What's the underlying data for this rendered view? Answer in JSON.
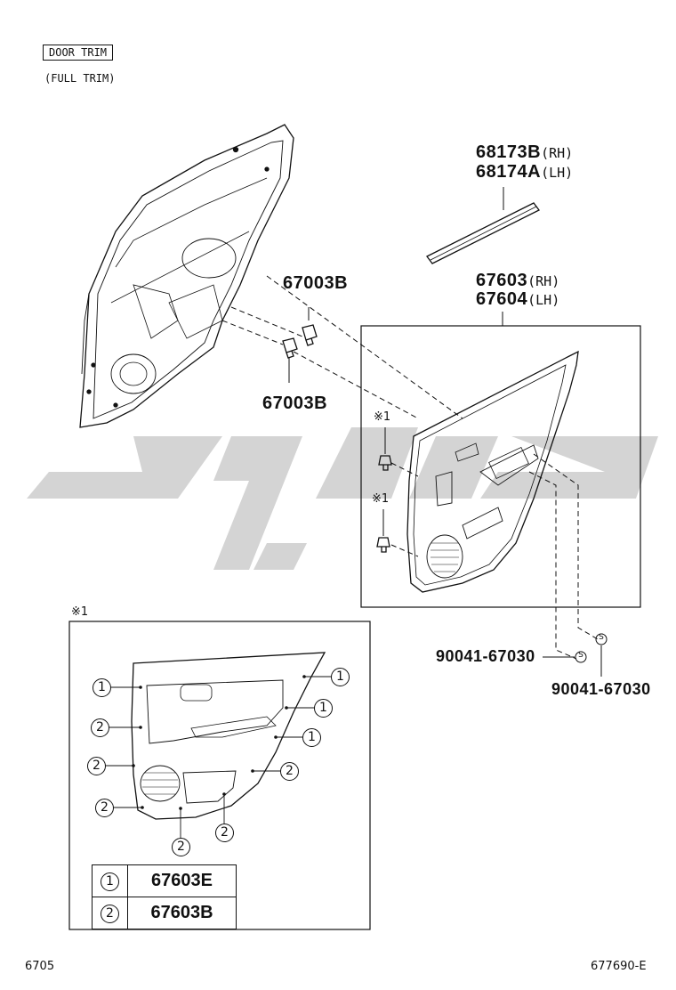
{
  "header": {
    "section_box": "DOOR TRIM",
    "section_sub": "(FULL TRIM)"
  },
  "parts": {
    "weatherstrip_rh": "68173B",
    "weatherstrip_rh_side": "(RH)",
    "weatherstrip_lh": "68174A",
    "weatherstrip_lh_side": "(LH)",
    "clip_top": "67003B",
    "clip_bottom": "67003B",
    "panel_rh": "67603",
    "panel_rh_side": "(RH)",
    "panel_lh": "67604",
    "panel_lh_side": "(LH)",
    "screw_left": "90041-67030",
    "screw_right": "90041-67030",
    "screw_symbol": "S",
    "note_mark_1": "※1",
    "note_mark_2": "※1",
    "detail_mark": "※1"
  },
  "detail": {
    "callouts": [
      "1",
      "1",
      "1",
      "1",
      "2",
      "2",
      "2",
      "2",
      "2",
      "2",
      "2"
    ],
    "legend": [
      {
        "key": "1",
        "part": "67603E"
      },
      {
        "key": "2",
        "part": "67603B"
      }
    ]
  },
  "footer": {
    "page_left": "6705",
    "page_right": "677690-E"
  },
  "colors": {
    "line": "#111111",
    "watermark": "#d2d2d2"
  }
}
